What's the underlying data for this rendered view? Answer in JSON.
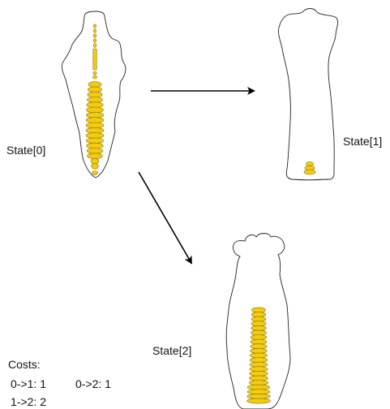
{
  "states": [
    {
      "label": "State[0]"
    },
    {
      "label": "State[1]"
    },
    {
      "label": "State[2]"
    }
  ],
  "transitions": [
    {
      "from": 0,
      "to": 1
    },
    {
      "from": 0,
      "to": 2
    }
  ],
  "costs": {
    "title": "Costs:",
    "entries": [
      {
        "text": "0->1: 1"
      },
      {
        "text": "0->2: 1"
      },
      {
        "text": "1->2: 2"
      }
    ]
  },
  "colors": {
    "segment_fill": "#f2cc12",
    "segment_stroke": "#8a6d00",
    "outline": "#222222",
    "arrow": "#000000"
  }
}
